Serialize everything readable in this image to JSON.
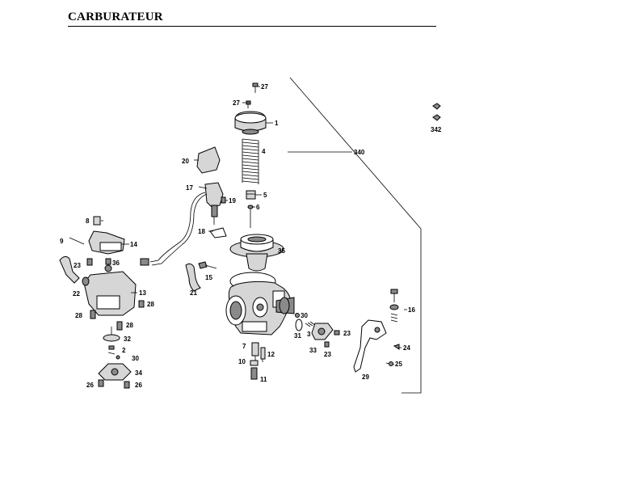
{
  "title": "CARBURATEUR",
  "callouts": {
    "c1": "1",
    "c2": "2",
    "c3": "3",
    "c4": "4",
    "c5": "5",
    "c6": "6",
    "c7": "7",
    "c8": "8",
    "c9": "9",
    "c10": "10",
    "c11": "11",
    "c12": "12",
    "c13": "13",
    "c14": "14",
    "c15": "15",
    "c16": "16",
    "c17": "17",
    "c18": "18",
    "c19": "19",
    "c20": "20",
    "c21": "21",
    "c22": "22",
    "c23a": "23",
    "c23b": "23",
    "c23c": "23",
    "c24": "24",
    "c25": "25",
    "c26a": "26",
    "c26b": "26",
    "c27a": "27",
    "c27b": "27",
    "c28a": "28",
    "c28b": "28",
    "c28c": "28",
    "c29": "29",
    "c30a": "30",
    "c30b": "30",
    "c31": "31",
    "c32": "32",
    "c33": "33",
    "c34": "34",
    "c35": "35",
    "c36": "36",
    "c340": "340",
    "c342": "342"
  }
}
